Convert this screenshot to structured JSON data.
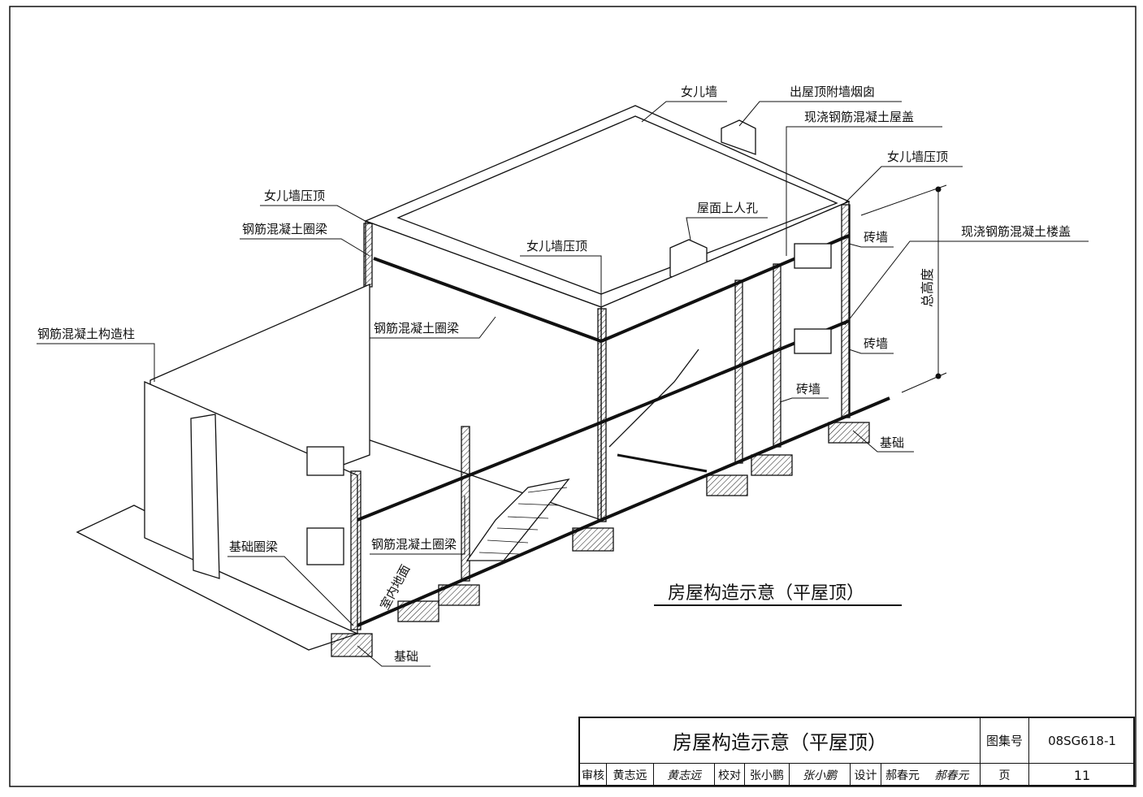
{
  "drawing": {
    "caption": "房屋构造示意（平屋顶）",
    "labels": {
      "parapet": "女儿墙",
      "chimney": "出屋顶附墙烟囱",
      "cast_roof": "现浇钢筋混凝土屋盖",
      "parapet_coping_right": "女儿墙压顶",
      "parapet_coping_left": "女儿墙压顶",
      "ring_beam_top": "钢筋混凝土圈梁",
      "roof_hatch": "屋面上人孔",
      "parapet_coping_mid": "女儿墙压顶",
      "brick_wall_1": "砖墙",
      "cast_floor": "现浇钢筋混凝土楼盖",
      "total_height": "总高度",
      "constructional_column": "钢筋混凝土构造柱",
      "ring_beam_mid": "钢筋混凝土圈梁",
      "brick_wall_2": "砖墙",
      "brick_wall_3": "砖墙",
      "foundation_right": "基础",
      "foundation_ring_beam": "基础圈梁",
      "ring_beam_low": "钢筋混凝土圈梁",
      "indoor_floor": "室内地面",
      "foundation_bottom": "基础"
    }
  },
  "title_block": {
    "title": "房屋构造示意（平屋顶）",
    "atlas_label": "图集号",
    "atlas_no": "08SG618-1",
    "review_label": "审核",
    "reviewer": "黄志远",
    "reviewer_sig": "黄志远",
    "check_label": "校对",
    "checker": "张小鹏",
    "checker_sig": "张小鹏",
    "design_label": "设计",
    "designer": "郝春元",
    "designer_sig": "郝春元",
    "page_label": "页",
    "page_no": "11"
  }
}
